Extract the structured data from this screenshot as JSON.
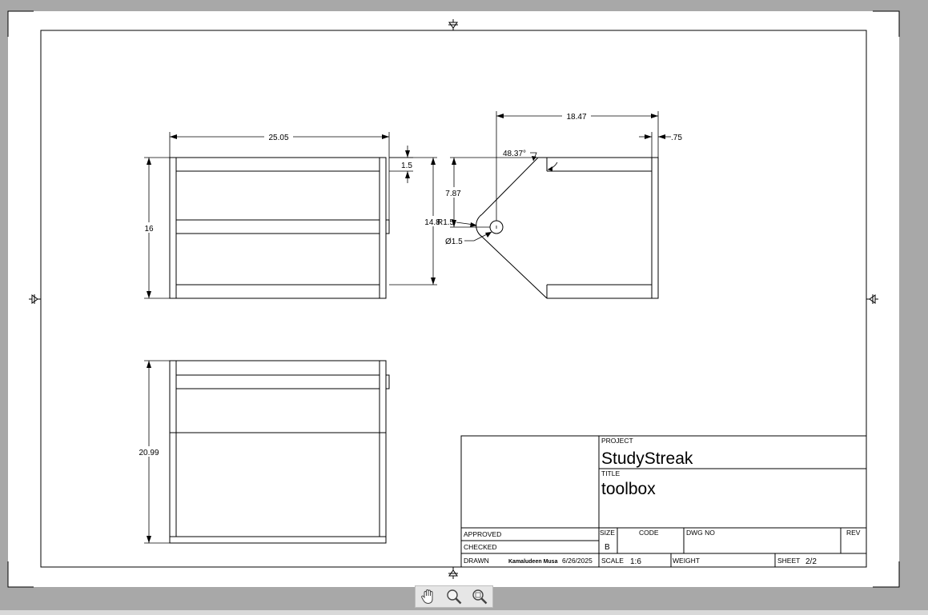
{
  "drawing": {
    "dimensions": {
      "front_width": "25.05",
      "front_height": "16",
      "rail": "1.5",
      "side_depth": "18.47",
      "side_thickness": ".75",
      "angle": "48.37°",
      "hole_offset": "7.87",
      "side_height": "14.8",
      "radius": "R1.5",
      "hole_diameter": "Ø1.5",
      "top_depth": "20.99"
    },
    "title_block": {
      "project_label": "PROJECT",
      "project": "StudyStreak",
      "title_label": "TITLE",
      "title": "toolbox",
      "approved_label": "APPROVED",
      "checked_label": "CHECKED",
      "drawn_label": "DRAWN",
      "drawn_by": "Kamaludeen Musa",
      "drawn_date": "6/26/2025",
      "size_label": "SIZE",
      "size": "B",
      "code_label": "CODE",
      "dwg_no_label": "DWG NO",
      "rev_label": "REV",
      "scale_label": "SCALE",
      "scale": "1:6",
      "weight_label": "WEIGHT",
      "sheet_label": "SHEET",
      "sheet": "2/2"
    }
  },
  "toolbar": {
    "pan_icon": "hand-icon",
    "zoom_icon": "zoom-icon",
    "zoom_extents_icon": "zoom-extents-icon"
  }
}
